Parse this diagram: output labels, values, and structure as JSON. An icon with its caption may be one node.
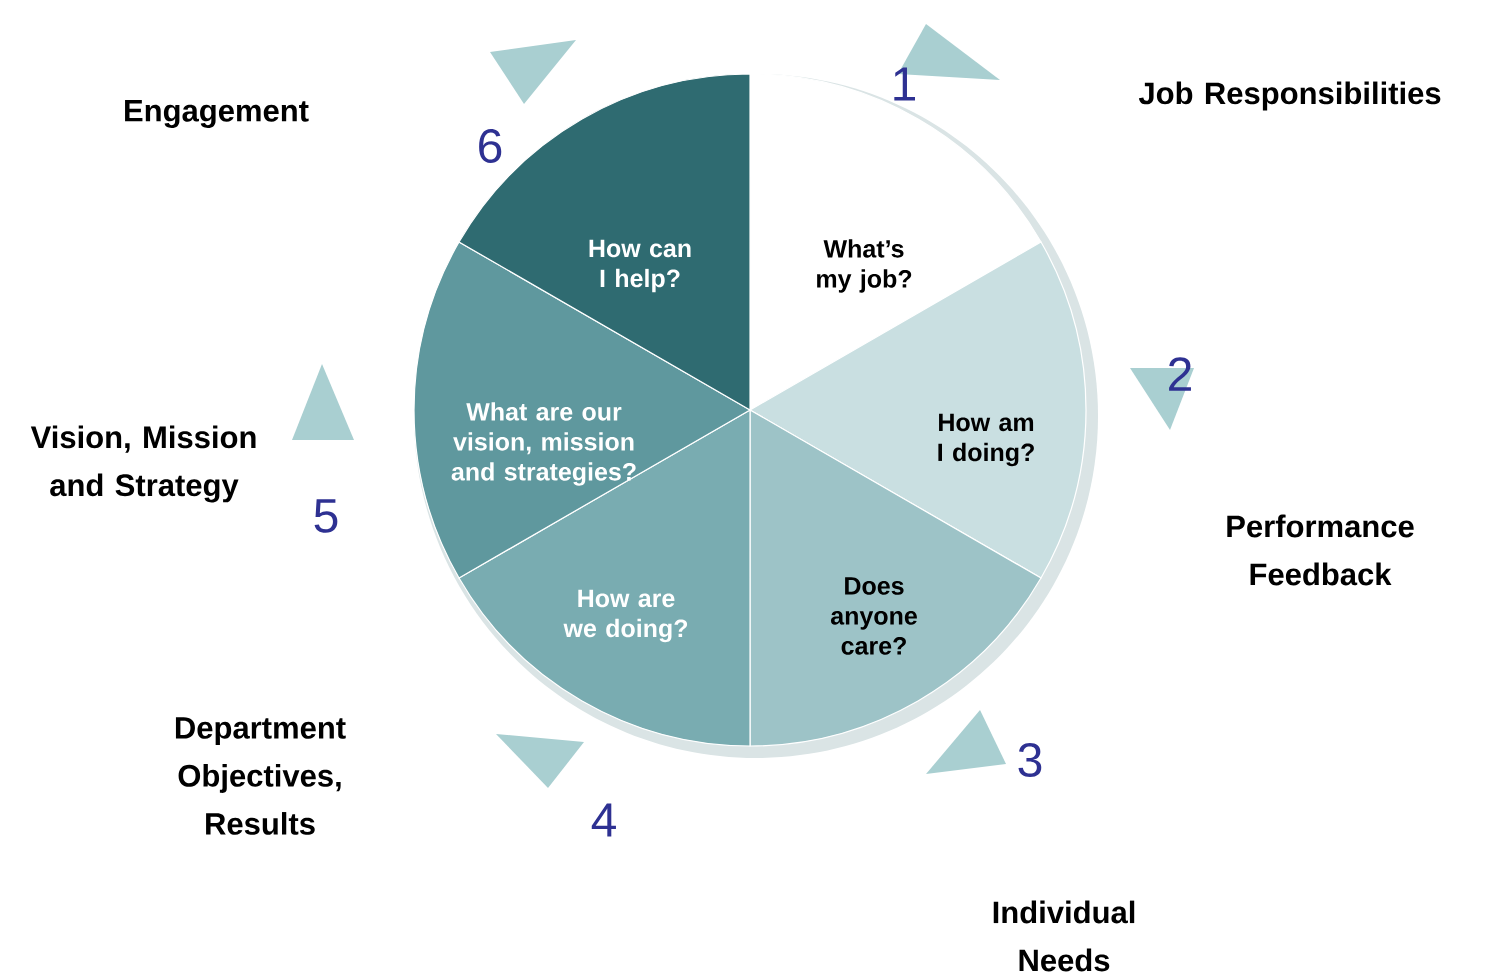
{
  "diagram": {
    "nodes": [
      {
        "text": [
          "What’s my job?"
        ]
      },
      {
        "text": [
          "How am I doing?"
        ]
      },
      {
        "text": [
          "Does anyone care?"
        ]
      },
      {
        "text": [
          "How are we doing?"
        ]
      },
      {
        "text": [
          "What are our vision, mission and strategies?"
        ]
      },
      {
        "text": [
          "How can I help?"
        ]
      }
    ],
    "labels": [
      "Engagement",
      "6",
      "1",
      "Job Responsibilities",
      "2",
      "Vision, Mission and Strategy",
      "5",
      "Performance Feedback",
      "Department Objectives, Results",
      "3",
      "4",
      "Individual Needs"
    ]
  }
}
